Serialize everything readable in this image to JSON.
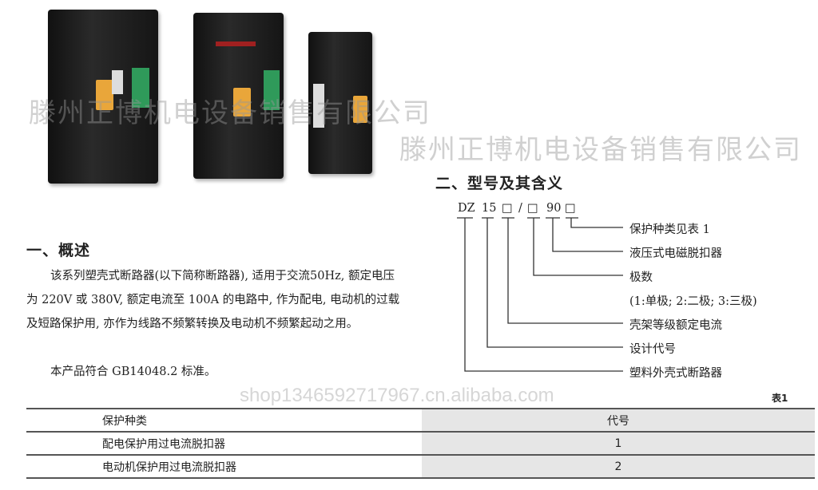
{
  "section1": {
    "title": "一、概述",
    "paragraph": "该系列塑壳式断路器(以下简称断路器), 适用于交流50Hz, 额定电压为 220V 或 380V, 额定电流至 100A 的电路中, 作为配电, 电动机的过载及短路保护用, 亦作为线路不频繁转换及电动机不频繁起动之用。",
    "standard": "本产品符合 GB14048.2 标准。"
  },
  "section2": {
    "title": "二、型号及其含义",
    "code": {
      "p1": "DZ",
      "p2": "15",
      "box": "□",
      "slash": "/",
      "p3": "90"
    },
    "labels": [
      "保护种类见表 1",
      "液压式电磁脱扣器",
      "极数",
      "(1:单极; 2:二极; 3:三极)",
      "壳架等级额定电流",
      "设计代号",
      "塑料外壳式断路器"
    ]
  },
  "table": {
    "caption": "表1",
    "headers": [
      "保护种类",
      "代号"
    ],
    "rows": [
      [
        "配电保护用过电流脱扣器",
        "1"
      ],
      [
        "电动机保护用过电流脱扣器",
        "2"
      ]
    ]
  },
  "watermarks": [
    "滕州正博机电设备销售有限公司",
    "滕州正博机电设备销售有限公司",
    "shop1346592717967.cn.alibaba.com"
  ]
}
